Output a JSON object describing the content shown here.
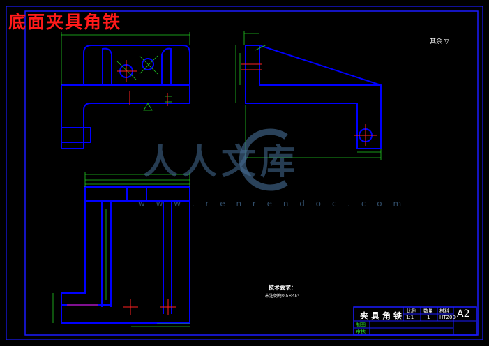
{
  "title": "底面夹具角铁",
  "roughness_note": "其余",
  "technical_requirements": {
    "title": "技术要求：",
    "body": "未注倒角0.5×45°"
  },
  "watermark": {
    "text": "人人文库",
    "url": "w w w . r e n r e n d o c . c o m"
  },
  "title_block": {
    "part_name": "夹具角铁",
    "sheet_size": "A2",
    "headers": [
      "比例",
      "数量",
      "材料"
    ],
    "scale": "1:1",
    "quantity": "1",
    "material": "HT200",
    "row_labels": [
      "制图",
      "审核"
    ]
  },
  "colors": {
    "background": "#000000",
    "outline": "#0000ff",
    "dimension": "#22cc22",
    "title": "#ff1a1a",
    "centerline": "#ff2020",
    "frame": "#1a1aff"
  }
}
